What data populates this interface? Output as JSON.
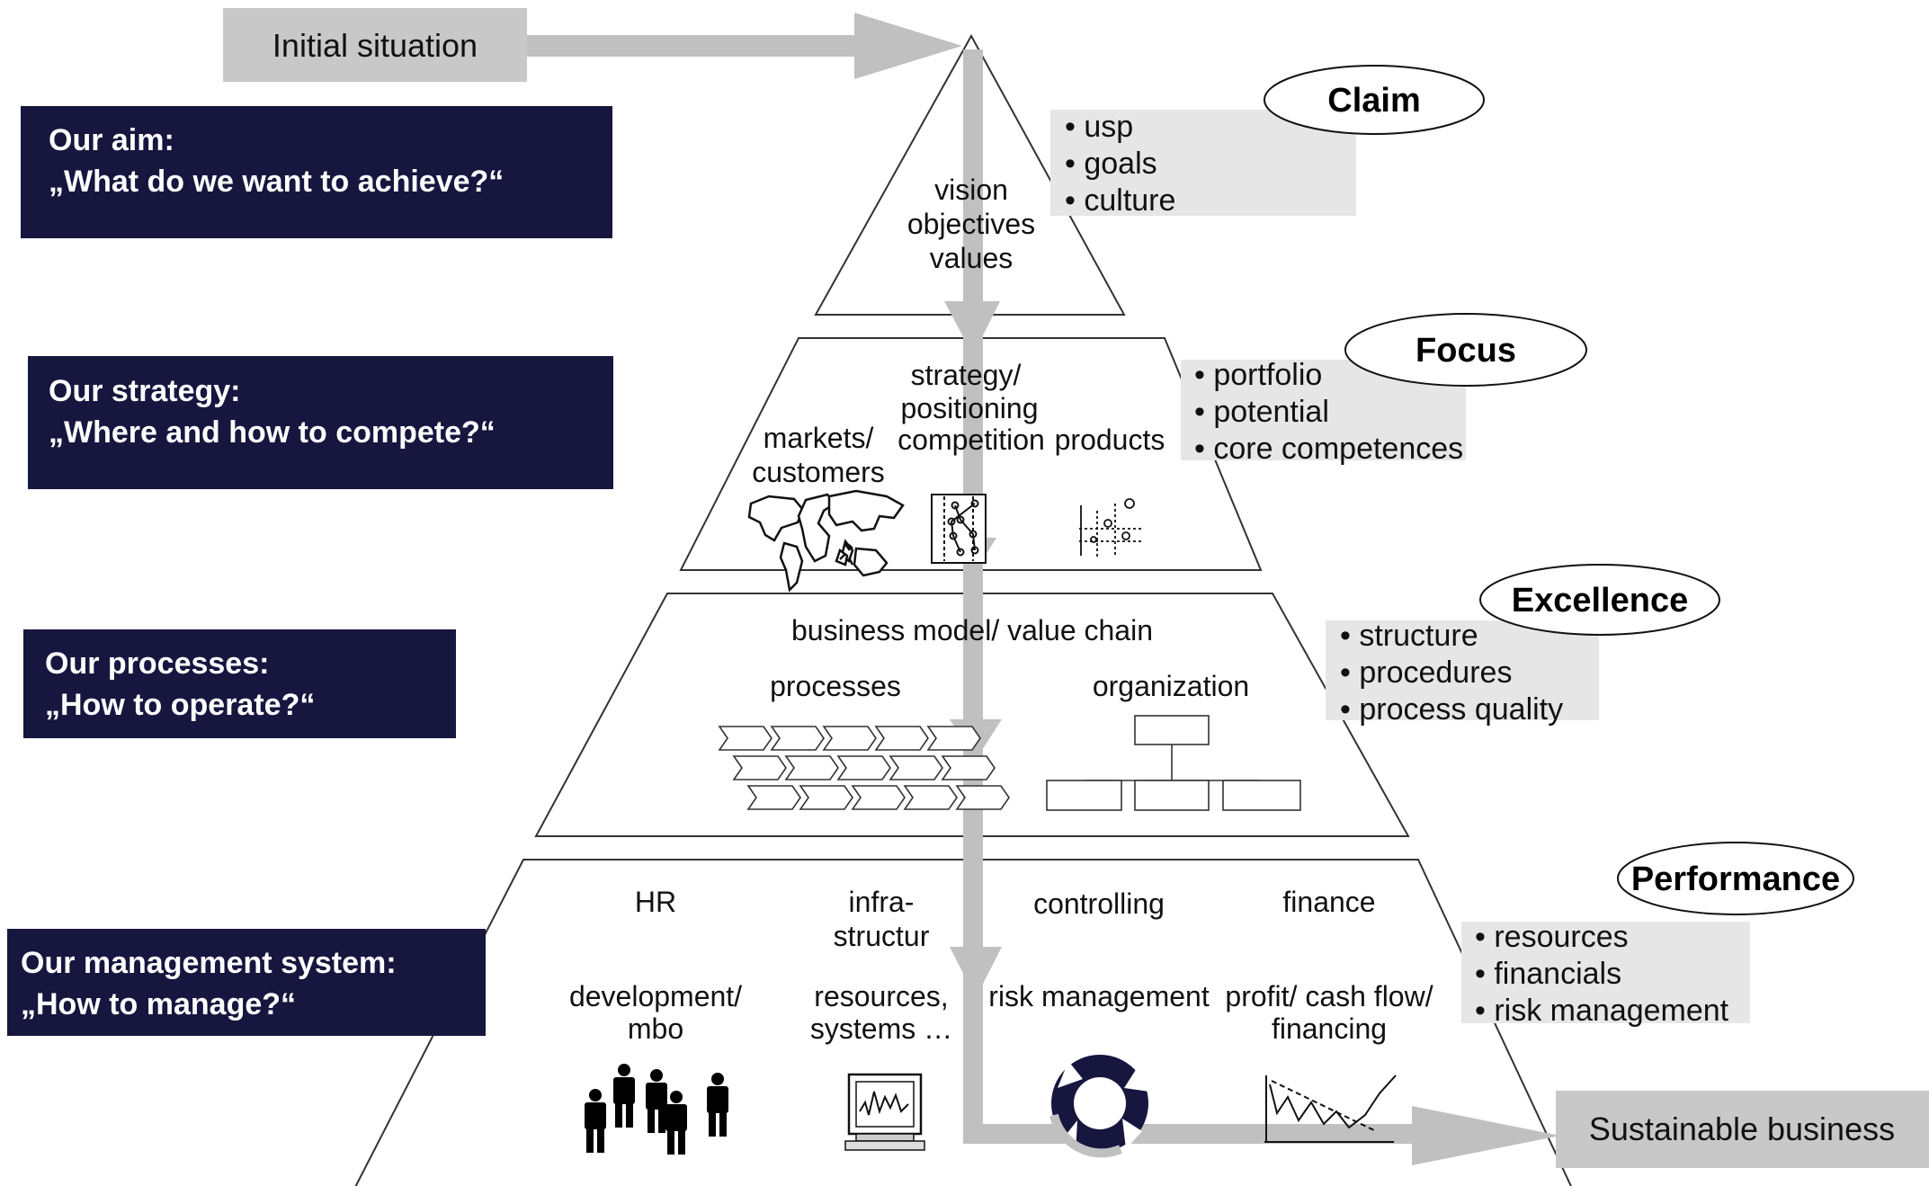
{
  "start_label": "Initial situation",
  "end_label": "Sustainable business",
  "questions": [
    {
      "title": "Our aim:",
      "question": "„What do we want to achieve?“"
    },
    {
      "title": "Our strategy:",
      "question": "„Where and how to compete?“"
    },
    {
      "title": "Our processes:",
      "question": "„How to operate?“"
    },
    {
      "title": "Our management system:",
      "question": "„How to manage?“"
    }
  ],
  "tier1": {
    "lines": [
      "vision",
      "objectives",
      "values"
    ]
  },
  "tier2": {
    "strategy_lines": [
      "strategy/",
      "positioning"
    ],
    "markets_lines": [
      "markets/",
      "customers"
    ],
    "competition": "competition",
    "products": "products",
    "icons": [
      "world-map-icon",
      "positioning-chart-icon",
      "product-matrix-icon"
    ]
  },
  "tier3": {
    "title": "business model/ value chain",
    "processes": "processes",
    "organization": "organization",
    "icons": [
      "process-chevrons-icon",
      "org-chart-icon"
    ]
  },
  "tier4": {
    "cols": [
      {
        "top": [
          "HR"
        ],
        "bottom": [
          "development/",
          "mbo"
        ],
        "icon": "people-icon"
      },
      {
        "top": [
          "infra-",
          "structur"
        ],
        "bottom": [
          "resources,",
          "systems …"
        ],
        "icon": "computer-icon"
      },
      {
        "top": [
          "controlling"
        ],
        "bottom": [
          "risk management"
        ],
        "icon": "cycle-icon"
      },
      {
        "top": [
          "finance"
        ],
        "bottom": [
          "profit/ cash flow/",
          "financing"
        ],
        "icon": "line-chart-icon"
      }
    ]
  },
  "callouts": [
    {
      "title": "Claim",
      "bullets": [
        "usp",
        "goals",
        "culture"
      ]
    },
    {
      "title": "Focus",
      "bullets": [
        "portfolio",
        "potential",
        "core competences"
      ]
    },
    {
      "title": "Excellence",
      "bullets": [
        "structure",
        "procedures",
        "process quality"
      ]
    },
    {
      "title": "Performance",
      "bullets": [
        "resources",
        "financials",
        "risk management"
      ]
    }
  ],
  "colors": {
    "navy": "#16163f",
    "flow_grey": "#c0c0c0",
    "box_grey": "#c8c8c8",
    "bullet_bg": "#e6e6e6"
  }
}
